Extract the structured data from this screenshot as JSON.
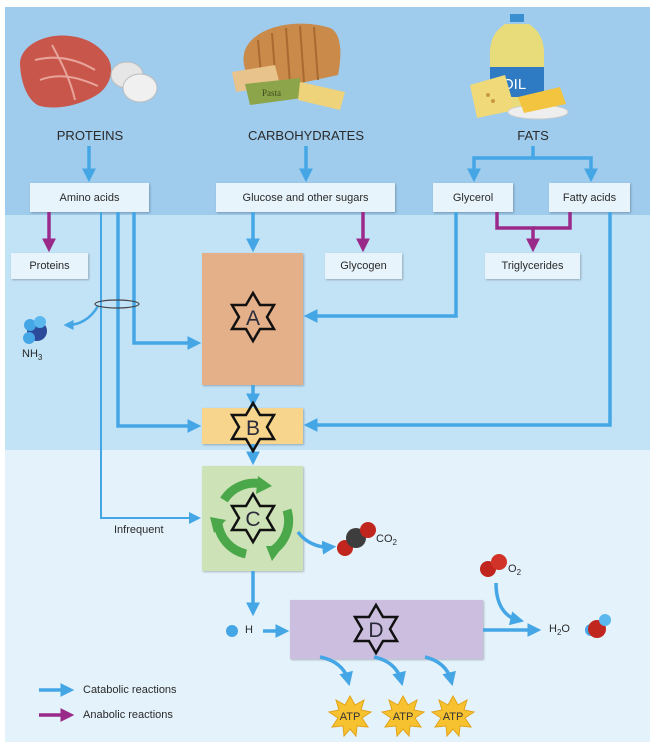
{
  "sources": {
    "proteins": "PROTEINS",
    "carbohydrates": "CARBOHYDRATES",
    "fats": "FATS"
  },
  "breakdown_products": {
    "amino_acids": "Amino acids",
    "glucose": "Glucose and other sugars",
    "glycerol": "Glycerol",
    "fatty_acids": "Fatty acids"
  },
  "storage_products": {
    "proteins": "Proteins",
    "glycogen": "Glycogen",
    "triglycerides": "Triglycerides"
  },
  "stages": {
    "a": "A",
    "b": "B",
    "c": "C",
    "d": "D"
  },
  "molecules": {
    "nh3_main": "NH",
    "nh3_sub": "3",
    "co2_main": "CO",
    "co2_sub": "2",
    "o2_main": "O",
    "o2_sub": "2",
    "h": "H",
    "h2o_pre": "H",
    "h2o_sub": "2",
    "h2o_post": "O",
    "atp": "ATP"
  },
  "annotations": {
    "infrequent": "Infrequent",
    "oil_label": "OIL",
    "pasta_label": "Pasta"
  },
  "legend": {
    "catabolic": "Catabolic reactions",
    "anabolic": "Anabolic reactions"
  },
  "colors": {
    "catabolic": "#45a6e6",
    "anabolic": "#9a2a8a"
  }
}
